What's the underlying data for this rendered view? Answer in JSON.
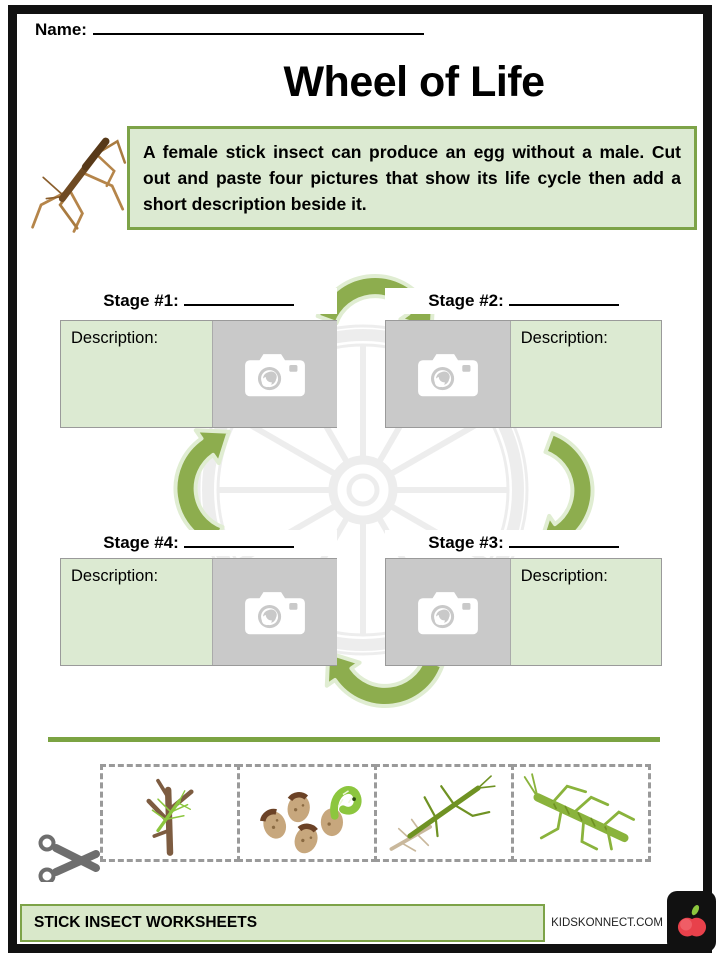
{
  "page": {
    "name_label": "Name:",
    "title": "Wheel of Life",
    "instructions": "A female stick insect can produce an egg without a male. Cut out and paste four pictures that show its life cycle then add a short description beside it."
  },
  "stages": [
    {
      "label": "Stage #1:",
      "description_label": "Description:"
    },
    {
      "label": "Stage #2:",
      "description_label": "Description:"
    },
    {
      "label": "Stage #3:",
      "description_label": "Description:"
    },
    {
      "label": "Stage #4:",
      "description_label": "Description:"
    }
  ],
  "cutouts": {
    "items": [
      "branch-twig-with-camouflaged-insect",
      "eggs-with-hatching-nymph",
      "molting-stick-insect",
      "adult-stick-insect"
    ]
  },
  "icons": {
    "camera_placeholder": "camera-icon",
    "scissors": "scissors-icon",
    "stick_insect_photo": "stick-insect-photo",
    "wheel_watermark": "wheel-watermark",
    "cycle_arrows": "curved-arrow-icon",
    "apple_logo": "kidskonnect-apple-logo"
  },
  "footer": {
    "worksheet_title": "STICK INSECT WORKSHEETS",
    "site": "KIDSKONNECT.COM"
  },
  "colors": {
    "accent_green": "#7da348",
    "light_green_bg": "#dcead2",
    "arrow_green": "#8dad4e",
    "arrow_outline": "#e0edd2",
    "placeholder_gray": "#c9c9c9",
    "border_gray": "#9a9a9a",
    "frame_black": "#111111",
    "apple_red": "#e8414b",
    "leaf_green": "#8cc63e"
  }
}
